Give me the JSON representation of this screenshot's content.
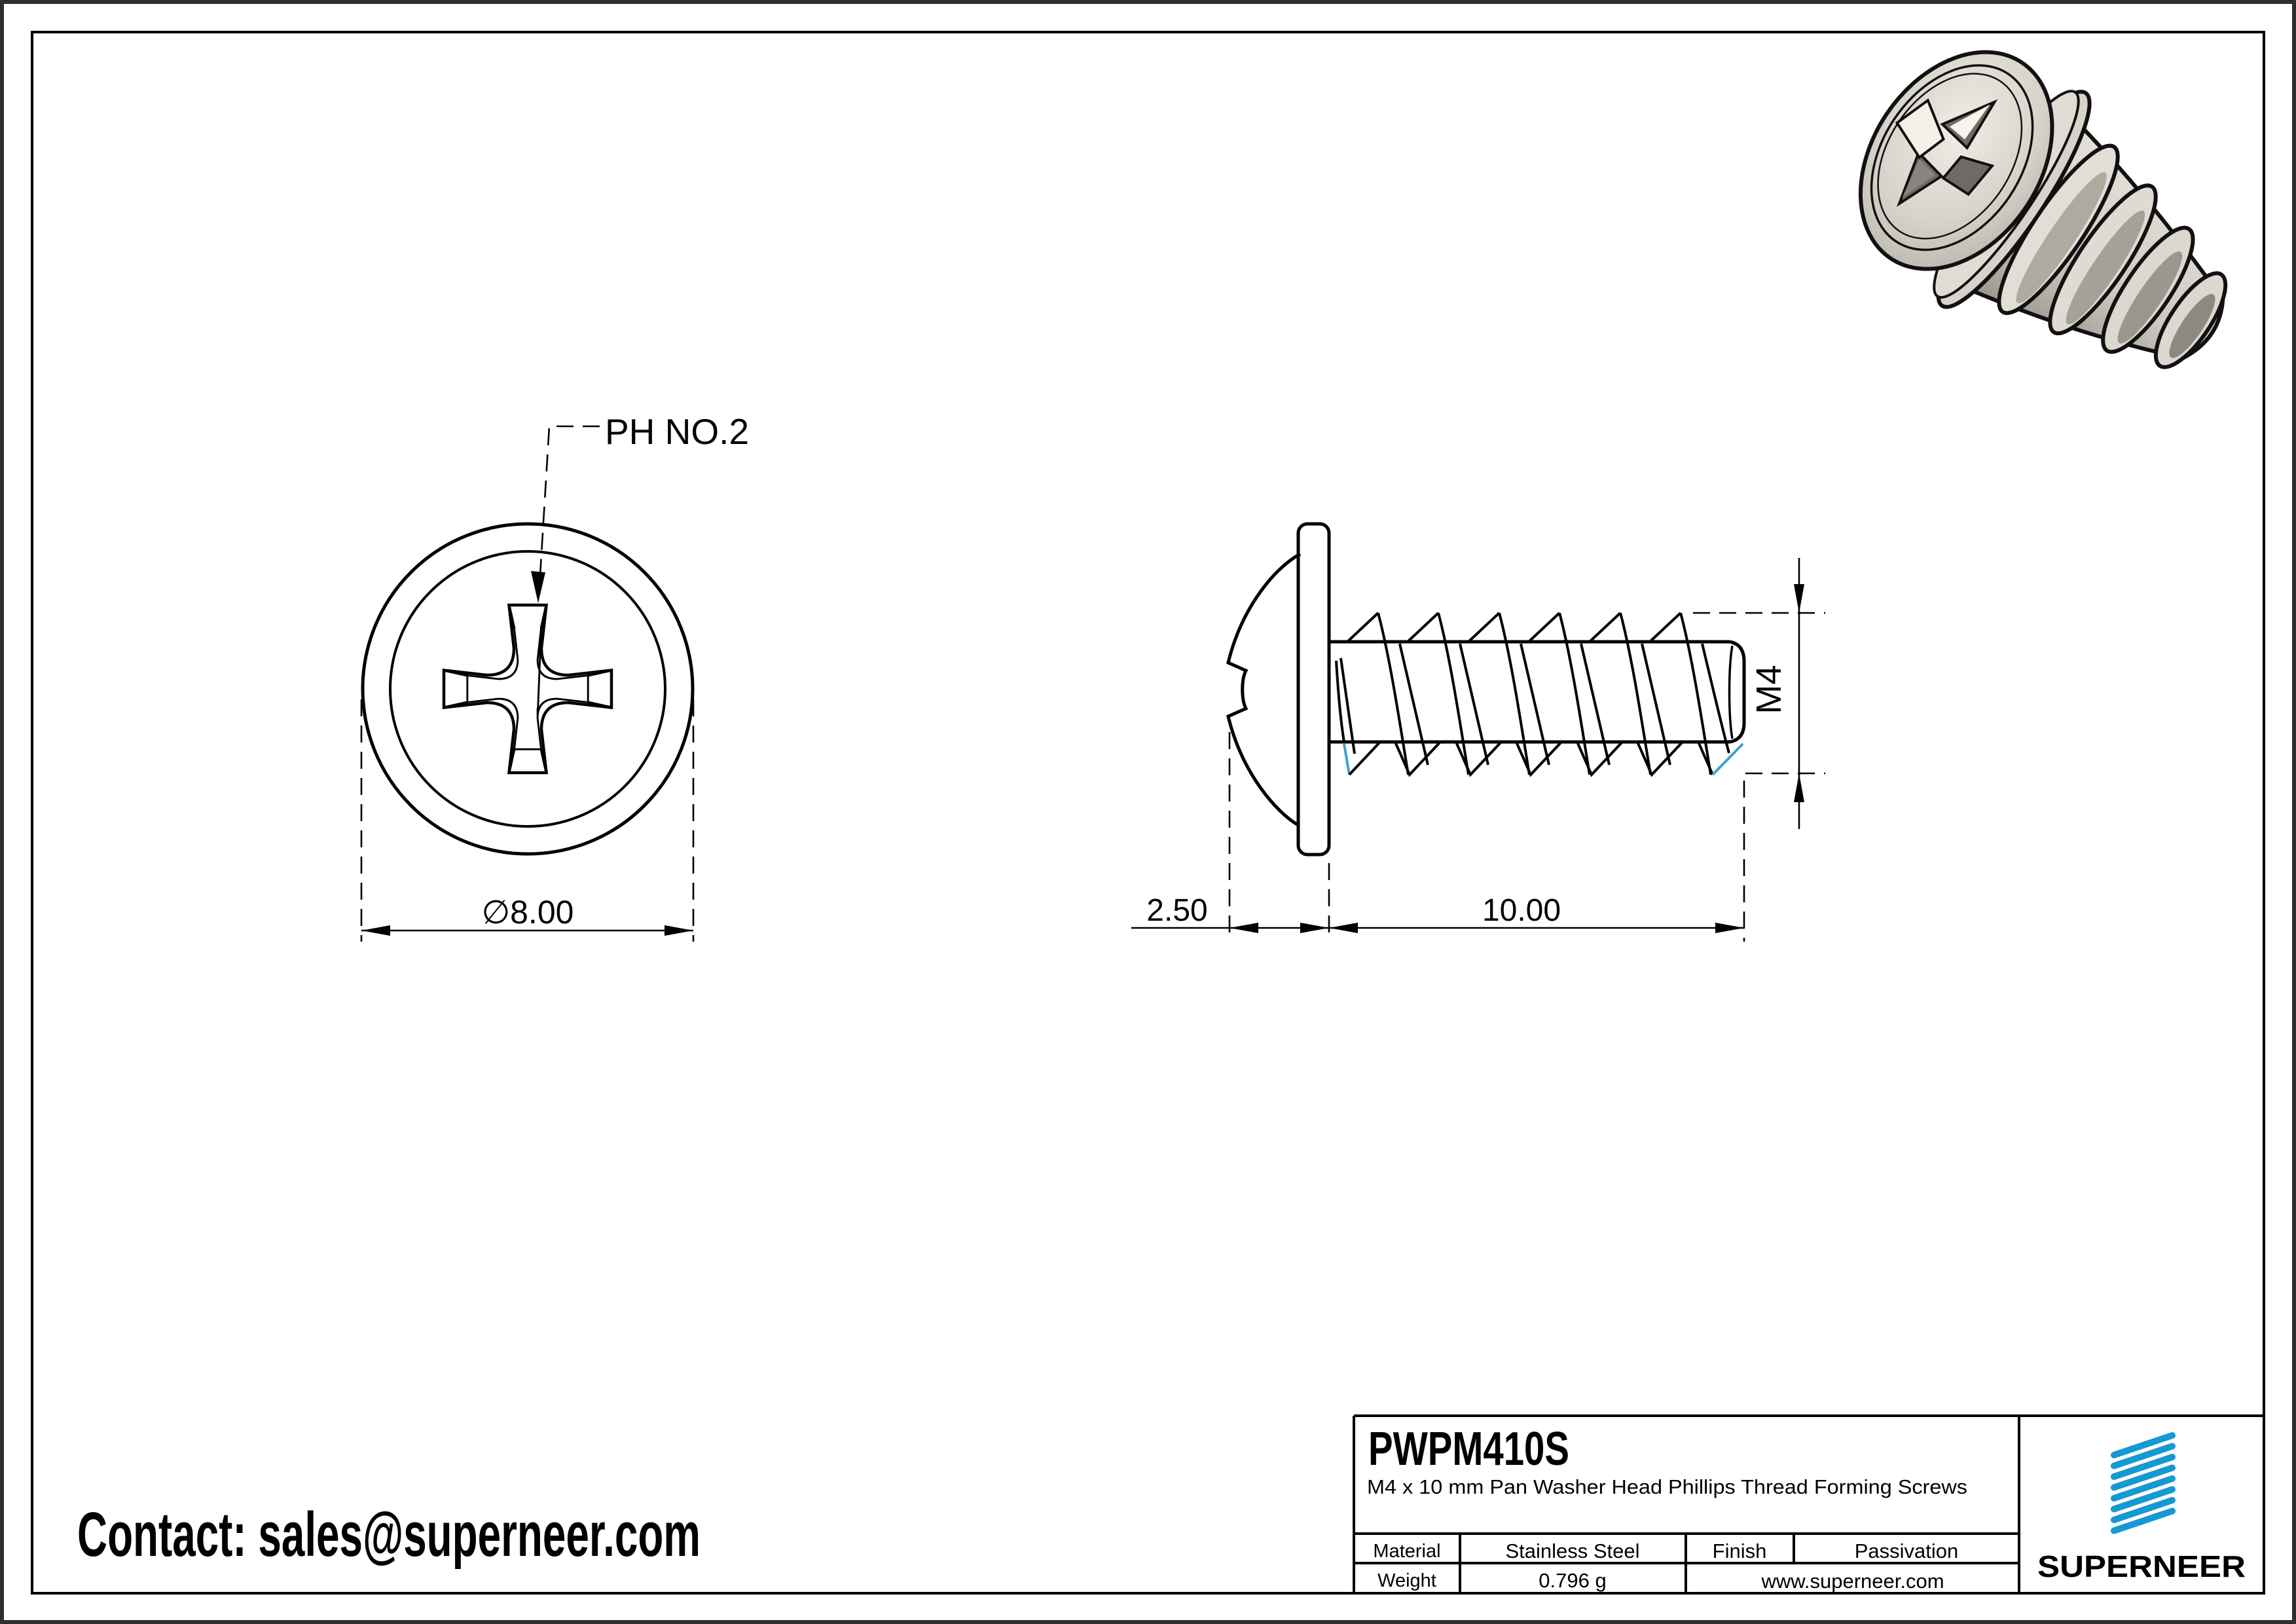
{
  "front_view": {
    "callout": "PH NO.2",
    "diameter": "∅8.00"
  },
  "side_view": {
    "head_thickness": "2.50",
    "length": "10.00",
    "thread": "M4"
  },
  "contact": {
    "text": "Contact: sales@superneer.com"
  },
  "title_block": {
    "part_number": "PWPM410S",
    "description": "M4 x 10 mm Pan Washer Head Phillips Thread Forming Screws",
    "material_label": "Material",
    "material_value": "Stainless Steel",
    "finish_label": "Finish",
    "finish_value": "Passivation",
    "weight_label": "Weight",
    "weight_value": "0.796 g",
    "website": "www.superneer.com",
    "brand": "SUPERNEER"
  },
  "colors": {
    "brand_blue": "#1798D5",
    "link_blue": "#2D9AD3",
    "thread_accent_blue": "#3BA3CF",
    "line_black": "#000000",
    "metal_light": "#d8d4cb",
    "metal_mid": "#c9c5bc",
    "metal_dark": "#8d897f",
    "recess_gray": "#6e6a64"
  }
}
